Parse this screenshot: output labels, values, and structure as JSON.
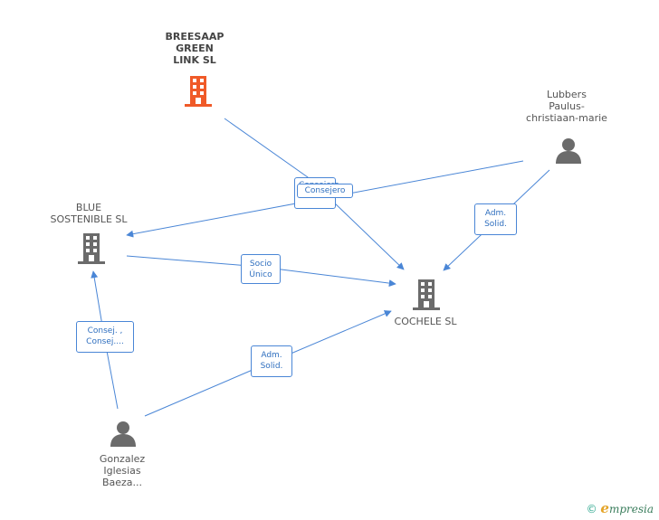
{
  "nodes": {
    "breesaap": {
      "label": "BREESAAP\nGREEN\nLINK SL",
      "type": "company",
      "highlight": true
    },
    "lubbers": {
      "label": "Lubbers\nPaulus-\nchristiaan-marie",
      "type": "person"
    },
    "blue": {
      "label": "BLUE\nSOSTENIBLE SL",
      "type": "company"
    },
    "cochele": {
      "label": "COCHELE SL",
      "type": "company"
    },
    "gonzalez": {
      "label": "Gonzalez\nIglesias\nBaeza...",
      "type": "person"
    }
  },
  "edges": {
    "consejero_unico_top": "Consejero\nÚnico",
    "consejero_front": "Consejero",
    "adm_solid_lubbers": "Adm.\nSolid.",
    "socio_unico": "Socio\nÚnico",
    "consej": "Consej. ,\nConsej....",
    "adm_solid_gonzalez": "Adm.\nSolid."
  },
  "colors": {
    "edge": "#4a86d6",
    "company": "#6b6b6b",
    "company_highlight": "#f05a28",
    "person": "#6b6b6b"
  },
  "icons": {
    "company": "building-icon",
    "person": "person-icon"
  },
  "footer": {
    "copyright": "©",
    "brand_first": "e",
    "brand_rest": "mpresia"
  }
}
